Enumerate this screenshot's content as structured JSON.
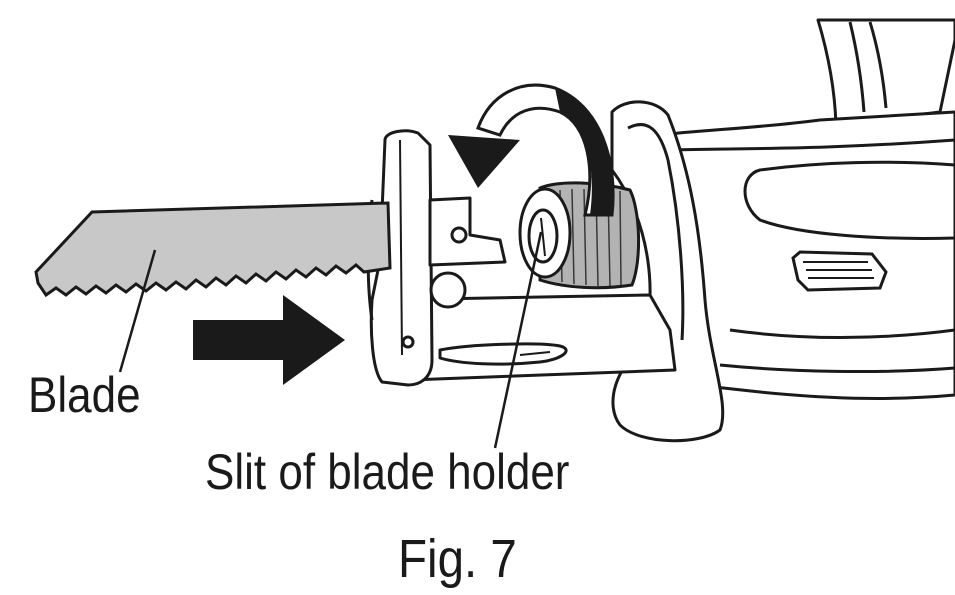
{
  "labels": {
    "blade": "Blade",
    "slit": "Slit of blade holder",
    "figure": "Fig. 7"
  },
  "colors": {
    "line": "#1a1a1a",
    "blade_fill": "#c8c8c8",
    "knob_fill": "#b3b3b3",
    "background": "#ffffff"
  },
  "icons": {
    "insert_arrow": "arrow-right-icon",
    "rotate_arrow": "rotate-ccw-arrow-icon"
  }
}
